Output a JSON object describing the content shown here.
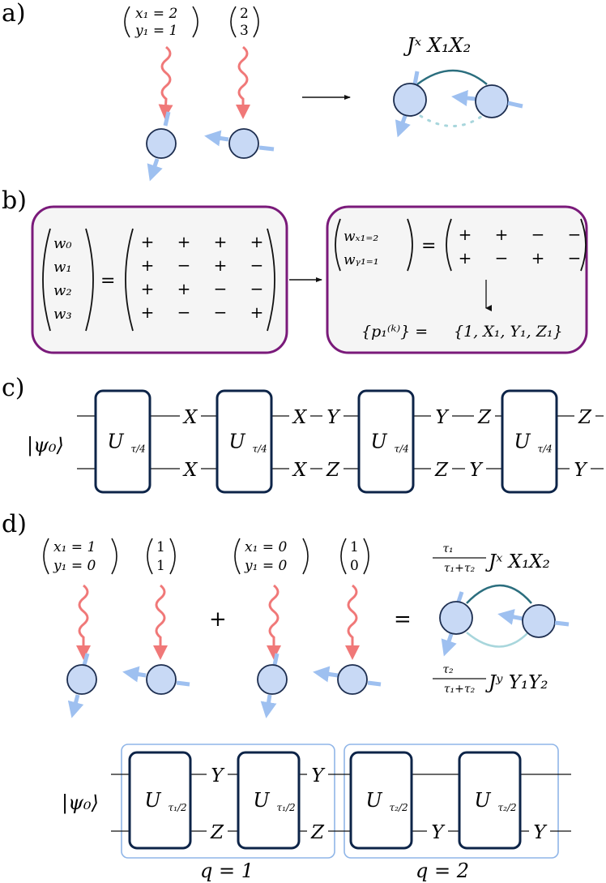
{
  "panels": {
    "a": {
      "label": "a)",
      "vec1": [
        "x₁ = 2",
        "y₁ = 1"
      ],
      "vec2": [
        "2",
        "3"
      ],
      "coupling": "Jˣ X₁X₂"
    },
    "b": {
      "label": "b)",
      "w_vec": [
        "w₀",
        "w₁",
        "w₂",
        "w₃"
      ],
      "hadamard": [
        [
          "+",
          "+",
          "+",
          "+"
        ],
        [
          "+",
          "−",
          "+",
          "−"
        ],
        [
          "+",
          "+",
          "−",
          "−"
        ],
        [
          "+",
          "−",
          "−",
          "+"
        ]
      ],
      "w_sel": [
        "wₓ₁₌₂",
        "wᵧ₁₌₁"
      ],
      "rows_sel": [
        [
          "+",
          "+",
          "−",
          "−"
        ],
        [
          "+",
          "−",
          "+",
          "−"
        ]
      ],
      "pauli_set_lhs": "{p₁⁽ᵏ⁾} =",
      "pauli_set_rhs": "{1, X₁, Y₁, Z₁}"
    },
    "c": {
      "label": "c)",
      "psi": "|ψ₀⟩",
      "gate": "U",
      "gate_sub": "τ/4",
      "top_ops": [
        "X",
        "X",
        "Y",
        "Y",
        "Z",
        "Z"
      ],
      "bot_ops": [
        "X",
        "X",
        "Z",
        "Z",
        "Y",
        "Y"
      ]
    },
    "d": {
      "label": "d)",
      "vec1": [
        "x₁ = 1",
        "y₁ = 0"
      ],
      "vec2": [
        "1",
        "1"
      ],
      "vec3": [
        "x₁ = 0",
        "y₁ = 0"
      ],
      "vec4": [
        "1",
        "0"
      ],
      "plus": "+",
      "equals": "=",
      "coupling_x": "Jˣ X₁X₂",
      "coupling_y": "Jʸ Y₁Y₂",
      "frac_x": [
        "τ₁",
        "τ₁+τ₂"
      ],
      "frac_y": [
        "τ₂",
        "τ₁+τ₂"
      ],
      "psi": "|ψ₀⟩",
      "gate": "U",
      "gate_sub_1": "τ₁/2",
      "gate_sub_2": "τ₂/2",
      "ops_q1_top": [
        "Y",
        "Y"
      ],
      "ops_q1_bot": [
        "Z",
        "Z"
      ],
      "ops_q2_bot": [
        "Y",
        "Y"
      ],
      "q1_label": "q = 1",
      "q2_label": "q = 2"
    }
  },
  "colors": {
    "qubit_fill": "#c8d9f5",
    "qubit_stroke": "#1c2d4f",
    "arrow": "#9ec0f0",
    "photon": "#f07878",
    "panel_border": "#7a1a7a",
    "panel_fill": "#f5f5f5",
    "gate_border": "#0d2448",
    "coupling_x": "#2b6e7e",
    "coupling_y": "#a8d6dc",
    "q_box": "#8fb5e8"
  }
}
